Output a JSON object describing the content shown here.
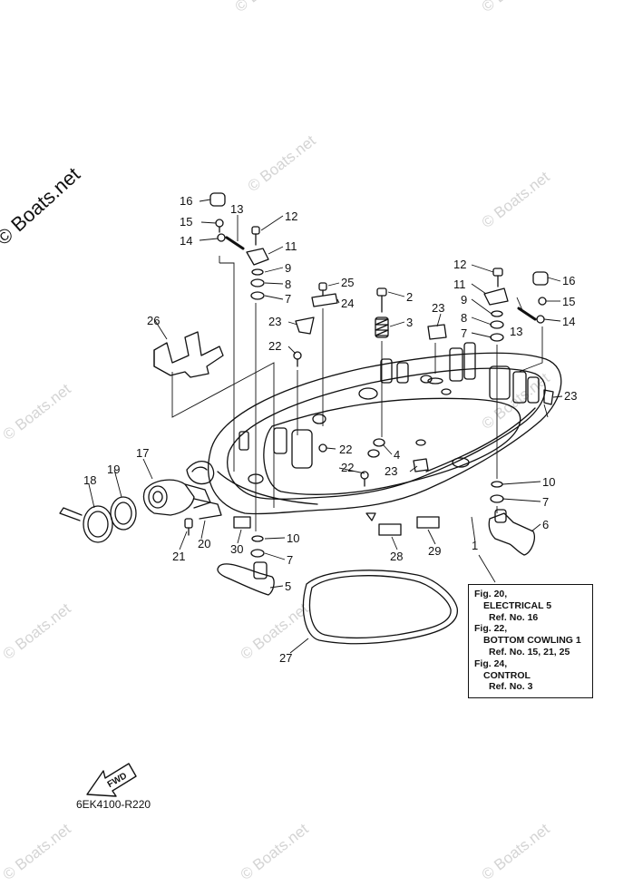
{
  "watermark": "© Boats.net",
  "diagram_code": "6EK4100-R220",
  "fwd_label": "FWD",
  "reference_note": [
    {
      "text": "Fig. 20,",
      "indent": 0
    },
    {
      "text": "ELECTRICAL 5",
      "indent": 1
    },
    {
      "text": "Ref. No. 16",
      "indent": 2
    },
    {
      "text": "Fig. 22,",
      "indent": 0
    },
    {
      "text": "BOTTOM COWLING 1",
      "indent": 1
    },
    {
      "text": "Ref. No. 15, 21, 25",
      "indent": 2
    },
    {
      "text": "Fig. 24,",
      "indent": 0
    },
    {
      "text": "CONTROL",
      "indent": 1
    },
    {
      "text": "Ref. No. 3",
      "indent": 2
    }
  ],
  "callouts": [
    "1",
    "2",
    "3",
    "4",
    "5",
    "6",
    "7",
    "7",
    "7",
    "7",
    "8",
    "8",
    "9",
    "9",
    "10",
    "10",
    "11",
    "11",
    "12",
    "12",
    "13",
    "13",
    "14",
    "14",
    "15",
    "15",
    "16",
    "16",
    "17",
    "18",
    "19",
    "20",
    "21",
    "22",
    "22",
    "22",
    "23",
    "23",
    "23",
    "23",
    "24",
    "25",
    "26",
    "27",
    "28",
    "29",
    "30"
  ]
}
